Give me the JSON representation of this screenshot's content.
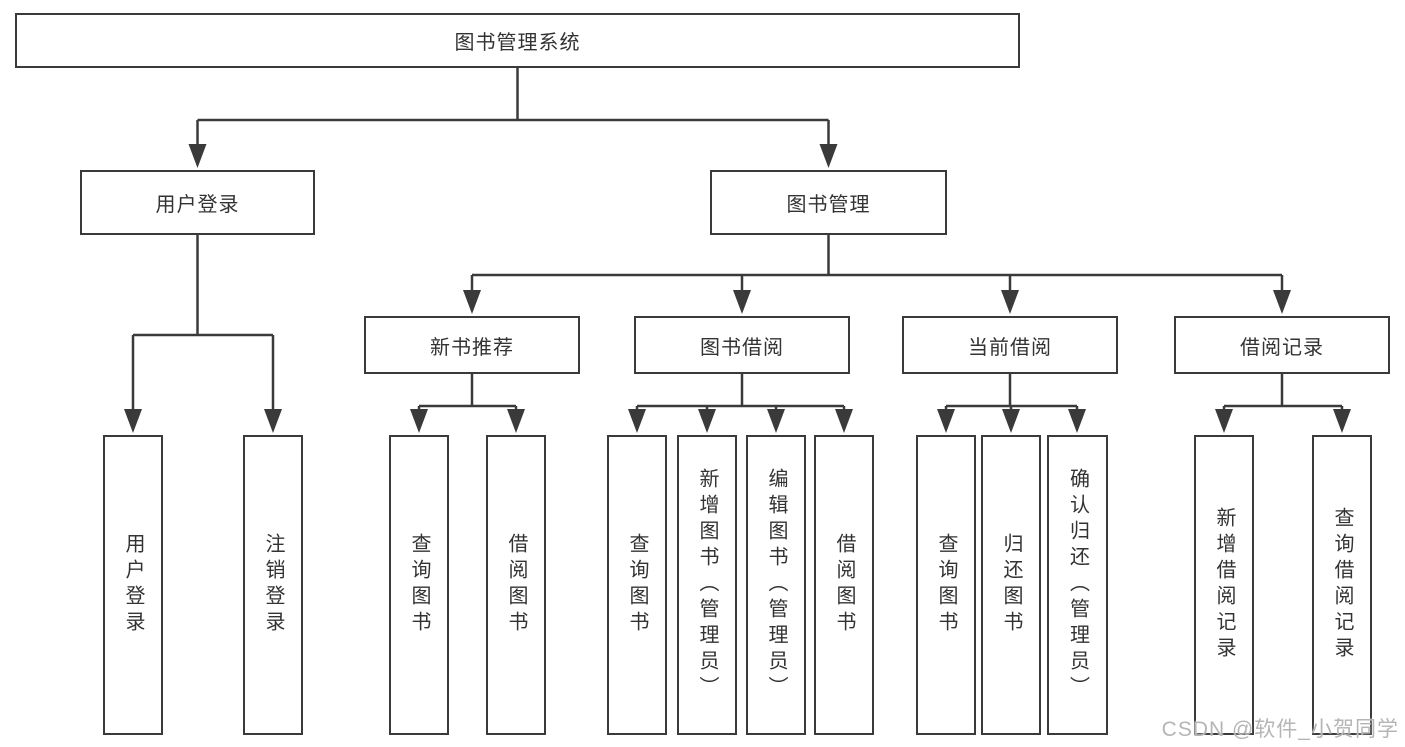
{
  "diagram": {
    "root": {
      "label": "图书管理系统"
    },
    "level2": [
      {
        "label": "用户登录"
      },
      {
        "label": "图书管理"
      }
    ],
    "level3": [
      {
        "label": "新书推荐"
      },
      {
        "label": "图书借阅"
      },
      {
        "label": "当前借阅"
      },
      {
        "label": "借阅记录"
      }
    ],
    "leaves": {
      "user": [
        "用户登录",
        "注销登录"
      ],
      "newbooks": [
        "查询图书",
        "借阅图书"
      ],
      "borrow": [
        "查询图书",
        "新增图书（管理员）",
        "编辑图书（管理员）",
        "借阅图书"
      ],
      "current": [
        "查询图书",
        "归还图书",
        "确认归还（管理员）"
      ],
      "records": [
        "新增借阅记录",
        "查询借阅记录"
      ]
    }
  },
  "watermark": {
    "text": "CSDN @软件_小贺同学"
  },
  "colors": {
    "line": "#3a3a3a",
    "text": "#333333",
    "box_fill": "#ffffff",
    "background": "#ffffff",
    "watermark": "#b5b5b5"
  }
}
